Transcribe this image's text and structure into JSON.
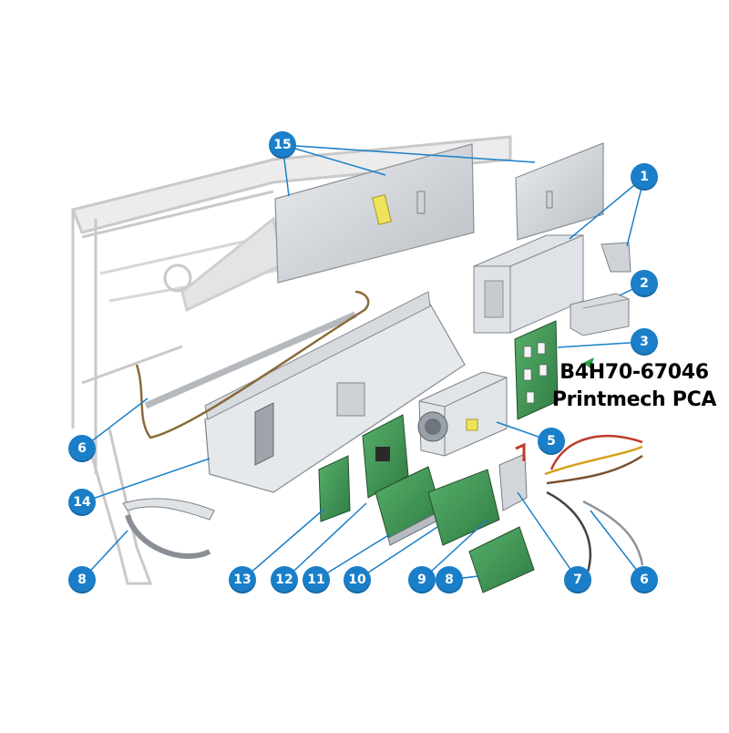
{
  "part": {
    "number": "B4H70-67046",
    "name": "Printmech PCA"
  },
  "callouts": {
    "c15": "15",
    "c1": "1",
    "c2": "2",
    "c3": "3",
    "c5": "5",
    "c6a": "6",
    "c6b": "6",
    "c14": "14",
    "c8a": "8",
    "c13": "13",
    "c12": "12",
    "c11": "11",
    "c10": "10",
    "c9": "9",
    "c8b": "8",
    "c7": "7"
  },
  "colors": {
    "callout": "#1a7fc8",
    "leader": "#1a7fc8",
    "arrow_accent": "#2ea043"
  }
}
